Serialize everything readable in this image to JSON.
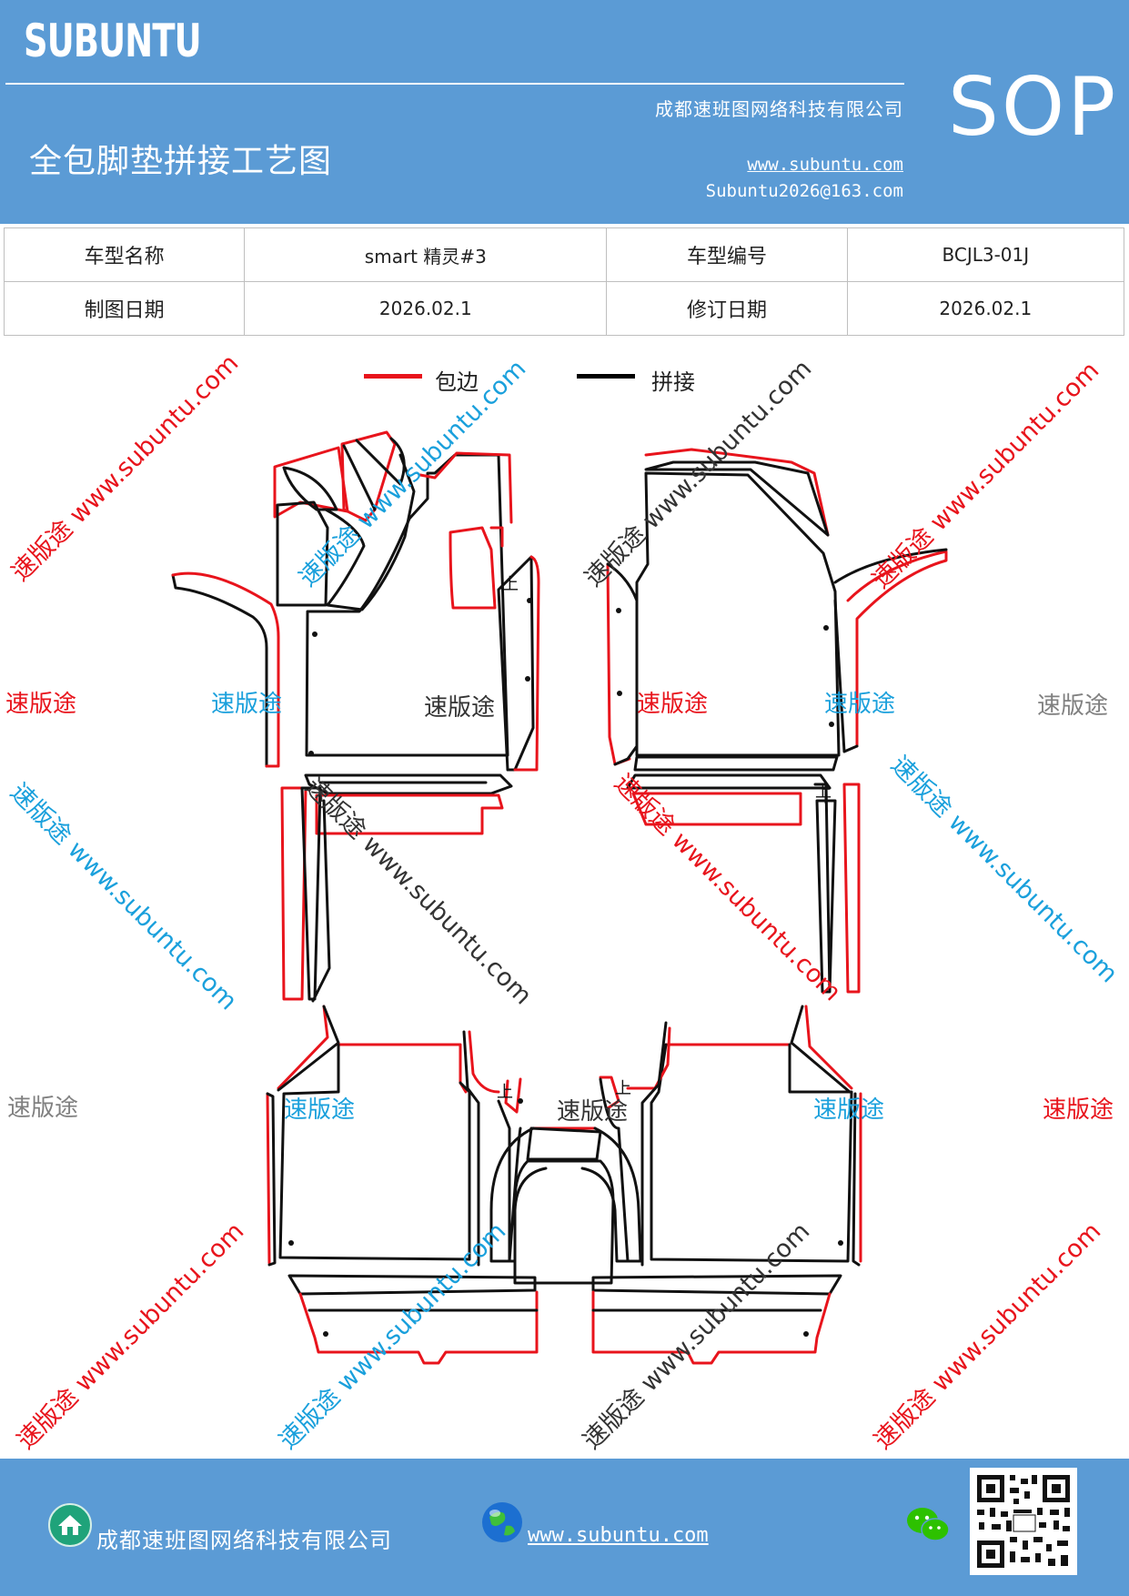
{
  "header": {
    "brand": "SUBUNTU",
    "company": "成都速班图网络科技有限公司",
    "title": "全包脚垫拼接工艺图",
    "website": "www.subuntu.com",
    "email": "Subuntu2026@163.com",
    "badge": "SOP"
  },
  "info": {
    "model_name_label": "车型名称",
    "model_name_value": "smart 精灵#3",
    "model_code_label": "车型编号",
    "model_code_value": "BCJL3-01J",
    "draw_date_label": "制图日期",
    "draw_date_value": "2026.02.1",
    "revise_date_label": "修订日期",
    "revise_date_value": "2026.02.1"
  },
  "legend": {
    "edge_label": "包边",
    "edge_color": "#e8141c",
    "join_label": "拼接",
    "join_color": "#000000"
  },
  "diagram": {
    "up_mark": "上",
    "watermark_brand": "速版途",
    "watermark_url": "www.subuntu.com",
    "watermark_colors": [
      "#e8141c",
      "#1aa0dc",
      "#333333",
      "#808080"
    ]
  },
  "footer": {
    "company": "成都速班图网络科技有限公司",
    "website": "www.subuntu.com",
    "home_icon": "home-icon",
    "globe_icon": "globe-icon",
    "wechat_icon": "wechat-icon",
    "qr_icon": "qr-code-icon"
  }
}
